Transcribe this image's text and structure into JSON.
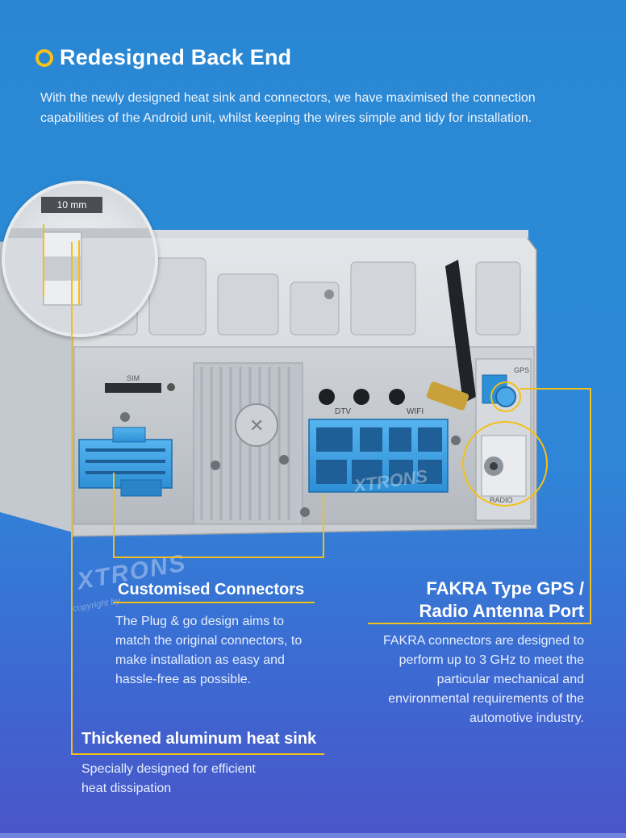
{
  "header": {
    "title": "Redesigned Back End",
    "intro": "With the newly designed heat sink and connectors, we have maximised the connection capabilities of the Android unit, whilst keeping the wires simple and tidy for installation."
  },
  "device": {
    "zoom_label": "10 mm",
    "brand": "XTRONS",
    "watermark_copy": "copyright by",
    "port_labels": {
      "sim": "SIM",
      "dtv": "DTV",
      "wifi": "WIFI",
      "gps": "GPS",
      "radio": "RADIO"
    }
  },
  "callouts": {
    "connectors": {
      "title": "Customised Connectors",
      "body": "The Plug & go design aims to match the original connectors, to make installation as easy and hassle-free as possible."
    },
    "fakra": {
      "title_line1": "FAKRA Type GPS /",
      "title_line2": "Radio Antenna Port",
      "body": "FAKRA connectors are designed to perform up to 3 GHz to meet the particular mechanical and environmental requirements of the automotive industry."
    },
    "heatsink": {
      "title": "Thickened aluminum heat sink",
      "body": "Specially designed for efficient heat dissipation"
    }
  },
  "colors": {
    "accent": "#f2c01a",
    "background": "#2a86d2",
    "connector_blue": "#3d9ee0"
  }
}
